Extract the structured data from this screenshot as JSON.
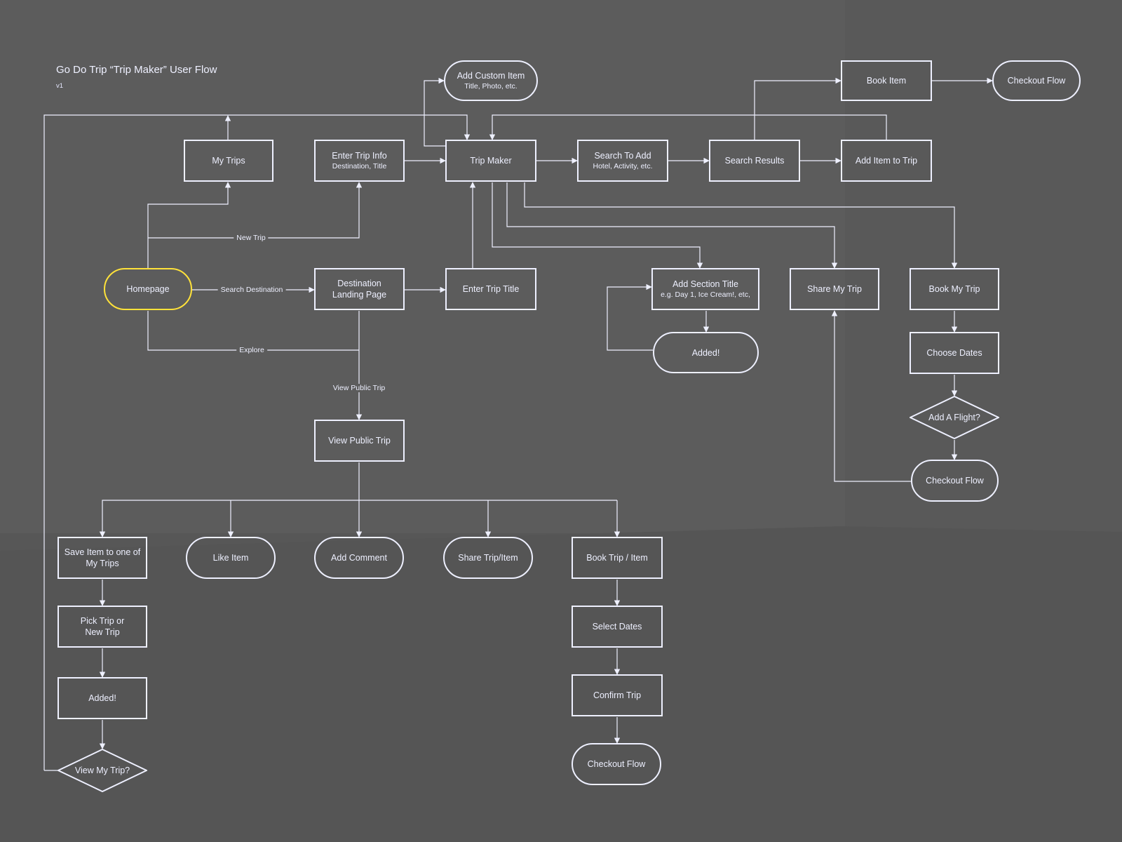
{
  "diagram": {
    "title": "Go Do Trip “Trip Maker” User Flow",
    "version": "v1",
    "colors": {
      "line": "#eef0ff",
      "start_border": "#ffe23a",
      "background": "#5c5c5c"
    },
    "nodes": {
      "add_custom_item": {
        "label": "Add Custom Item",
        "sub": "Title, Photo, etc."
      },
      "book_item": {
        "label": "Book Item"
      },
      "checkout_flow_top": {
        "label": "Checkout Flow"
      },
      "my_trips": {
        "label": "My Trips"
      },
      "enter_trip_info": {
        "label": "Enter Trip Info",
        "sub": "Destination, Title"
      },
      "trip_maker": {
        "label": "Trip Maker"
      },
      "search_to_add": {
        "label": "Search To Add",
        "sub": "Hotel, Activity, etc."
      },
      "search_results": {
        "label": "Search Results"
      },
      "add_item_to_trip": {
        "label": "Add Item to Trip"
      },
      "homepage": {
        "label": "Homepage"
      },
      "destination_landing": {
        "label": "Destination Landing Page"
      },
      "enter_trip_title": {
        "label": "Enter Trip Title"
      },
      "add_section_title": {
        "label": "Add Section Title",
        "sub": "e.g. Day 1, Ice Cream!, etc,"
      },
      "added_section": {
        "label": "Added!"
      },
      "share_my_trip": {
        "label": "Share My Trip"
      },
      "book_my_trip": {
        "label": "Book My Trip"
      },
      "choose_dates": {
        "label": "Choose Dates"
      },
      "add_a_flight": {
        "label": "Add A Flight?"
      },
      "checkout_flow_right": {
        "label": "Checkout Flow"
      },
      "view_public_trip": {
        "label": "View Public Trip"
      },
      "save_item": {
        "label": "Save Item to one of My Trips"
      },
      "like_item": {
        "label": "Like Item"
      },
      "add_comment": {
        "label": "Add Comment"
      },
      "share_trip_item": {
        "label": "Share Trip/Item"
      },
      "book_trip_item": {
        "label": "Book Trip / Item"
      },
      "pick_trip": {
        "label": "Pick Trip or New Trip"
      },
      "added_save": {
        "label": "Added!"
      },
      "view_my_trip": {
        "label": "View My Trip?"
      },
      "select_dates": {
        "label": "Select Dates"
      },
      "confirm_trip": {
        "label": "Confirm Trip"
      },
      "checkout_flow_bottom": {
        "label": "Checkout Flow"
      }
    },
    "edge_labels": {
      "new_trip": "New Trip",
      "search_destination": "Search Destination",
      "explore": "Explore",
      "view_public_trip": "View Public Trip"
    }
  }
}
